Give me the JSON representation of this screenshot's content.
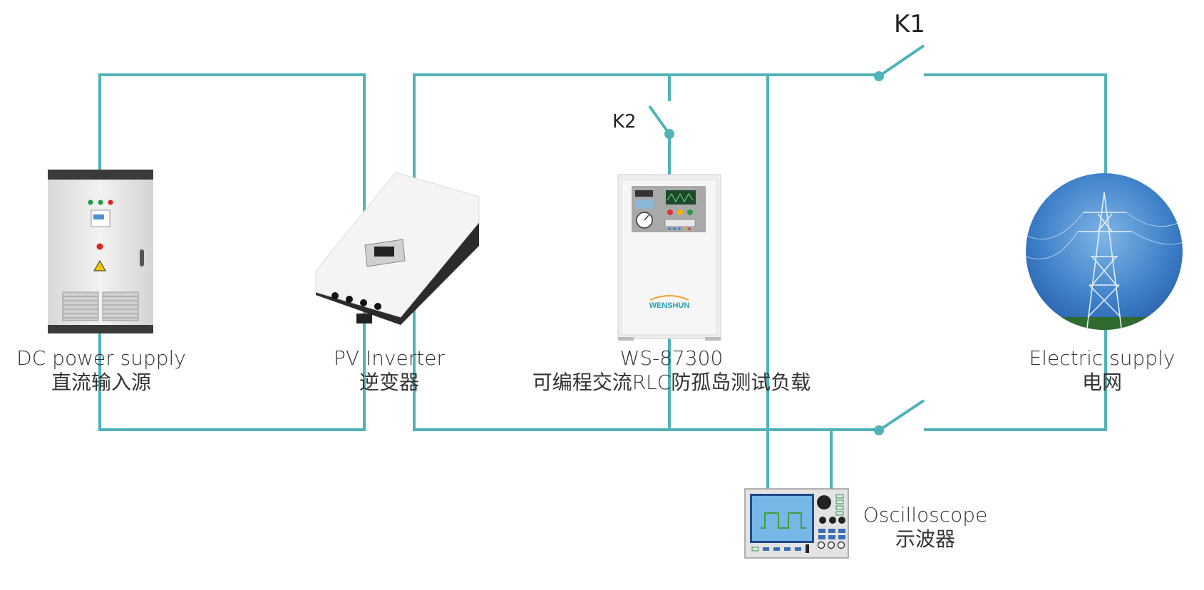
{
  "switches": {
    "k1": "K1",
    "k2": "K2"
  },
  "devices": {
    "dc_supply": {
      "line1": "DC power supply",
      "line2": "直流输入源"
    },
    "pv_inverter": {
      "line1": "PV Inverter",
      "line2": "逆变器"
    },
    "rlc_load": {
      "line1": "WS-87300",
      "line2": "可编程交流RLC防孤岛测试负载",
      "brand": "WENSHUN"
    },
    "grid": {
      "line1": "Electric supply",
      "line2": "电网"
    },
    "oscilloscope": {
      "line1": "Oscilloscope",
      "line2": "示波器"
    }
  },
  "colors": {
    "wire": "#4fb3b8",
    "text": "#333333",
    "brand": "#2a9fb0"
  }
}
